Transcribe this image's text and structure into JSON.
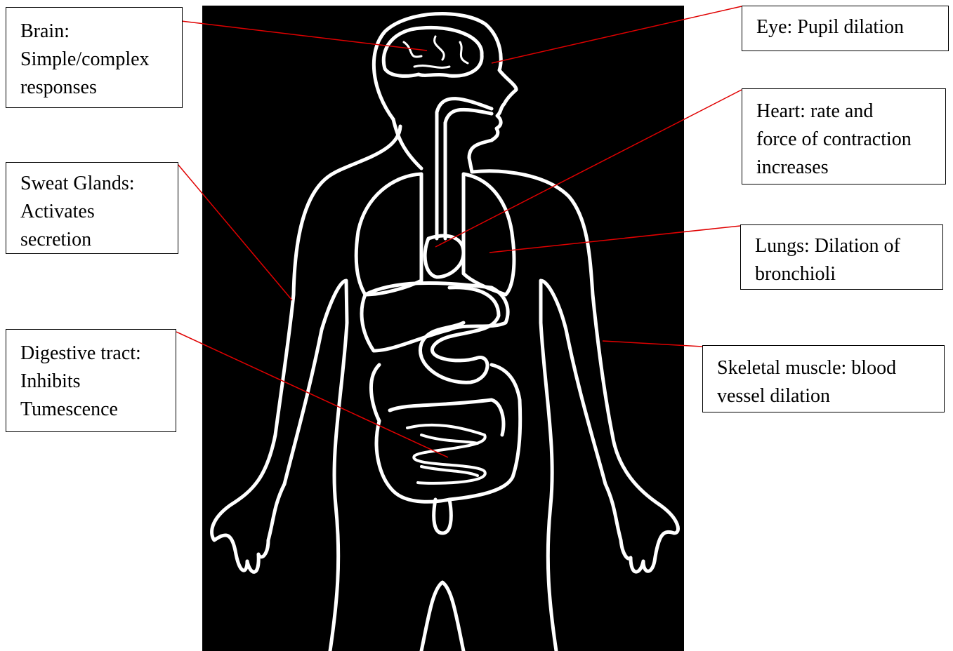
{
  "colors": {
    "background": "#000000",
    "outline": "#ffffff",
    "leader_line": "#e00000",
    "box_border": "#000000"
  },
  "labels": {
    "brain": [
      "Brain:",
      "Simple/complex",
      "responses"
    ],
    "sweat": [
      "Sweat Glands:",
      "Activates",
      "secretion"
    ],
    "digestive": [
      "Digestive tract:",
      "Inhibits",
      "Tumescence"
    ],
    "eye": [
      "Eye: Pupil dilation"
    ],
    "heart": [
      "Heart: rate and",
      "force of contraction",
      "increases"
    ],
    "lungs": [
      "Lungs: Dilation of",
      "bronchioli"
    ],
    "muscle": [
      "Skeletal muscle: blood",
      "vessel dilation"
    ]
  }
}
